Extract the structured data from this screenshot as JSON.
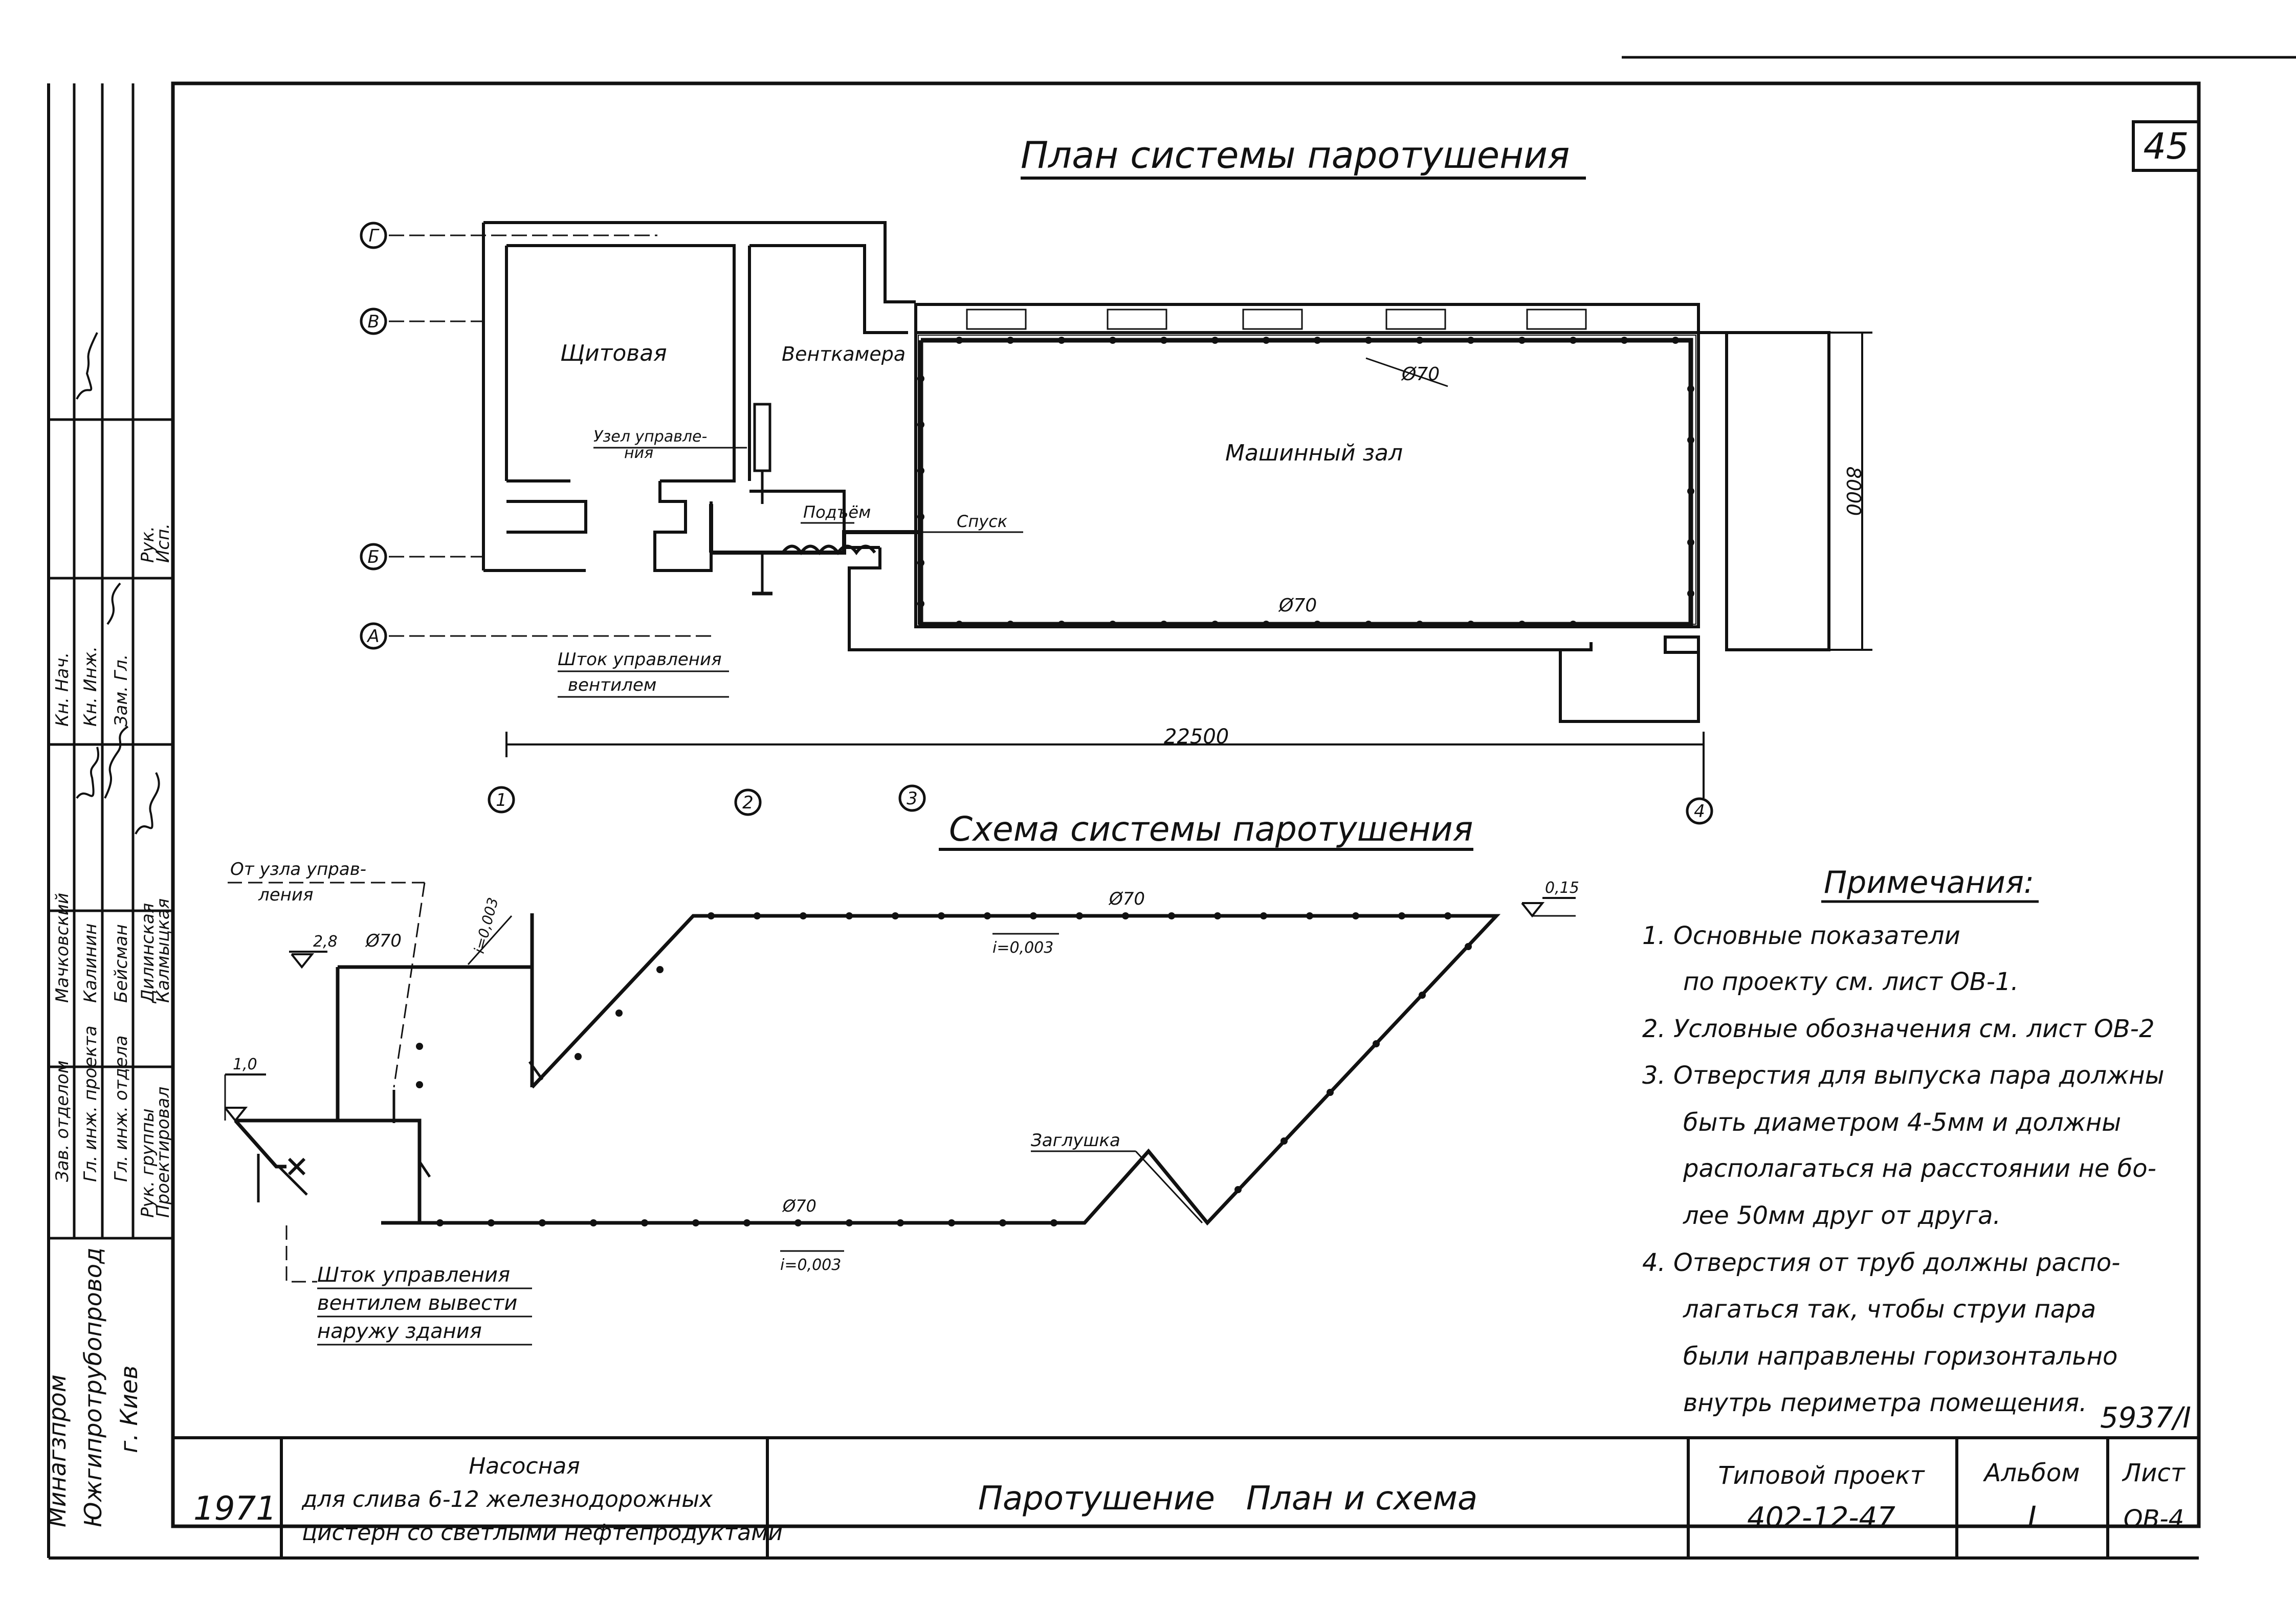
{
  "sheet": {
    "page_number": "45",
    "archive_code": "5937/I"
  },
  "plan": {
    "title": "План системы паротушения",
    "axes": {
      "g": "Г",
      "v": "В",
      "b": "Б",
      "a": "А",
      "n1": "1",
      "n2": "2",
      "n3": "3",
      "n4": "4"
    },
    "rooms": {
      "switchboard": "Щитовая",
      "vent_chamber": "Венткамера",
      "machine_hall": "Машинный зал"
    },
    "labels": {
      "control_unit_1": "Узел управле-",
      "control_unit_2": "ния",
      "riser": "Подъём",
      "drop": "Спуск",
      "stem_1": "Шток управления",
      "stem_2": "вентилем",
      "pipe_top": "Ø70",
      "pipe_bottom": "Ø70"
    },
    "dimensions": {
      "width": "22500",
      "height": "8000"
    }
  },
  "scheme": {
    "title": "Схема системы паротушения",
    "labels": {
      "from_unit_1": "От узла управ-",
      "from_unit_2": "ления",
      "mark_top_left": "2,8",
      "mark_right": "0,15",
      "mark_bottom": "1,0",
      "pipe_left": "Ø70",
      "pipe_top": "Ø70",
      "pipe_bottom": "Ø70",
      "slope_top": "i=0,003",
      "slope_bottom": "i=0,003",
      "slope_riser": "i=0,003",
      "plug": "Заглушка",
      "stem_1": "Шток управления",
      "stem_2": "вентилем вывести",
      "stem_3": "наружу здания"
    }
  },
  "notes": {
    "heading": "Примечания:",
    "lines": [
      "1. Основные показатели",
      "по проекту см. лист ОВ-1.",
      "2. Условные обозначения см. лист ОВ-2",
      "3. Отверстия для выпуска пара должны",
      "быть диаметром 4-5мм и должны",
      "располагаться на расстоянии не бо-",
      "лее 50мм друг от друга.",
      "4. Отверстия от труб должны распо-",
      "лагаться так, чтобы струи пара",
      "были направлены горизонтально",
      "внутрь периметра помещения."
    ]
  },
  "left_stamp": {
    "org_1": "Минагзпром",
    "org_2": "Южгипротрубопровод",
    "org_3": "г. Киев",
    "rows": [
      [
        "Зав. отделом",
        "Мачковский",
        "Кн. Нач."
      ],
      [
        "Гл. инж. проекта",
        "Калинин",
        "Кн. Инж."
      ],
      [
        "Гл. инж. отдела",
        "Бейсман",
        "Зам. Гл."
      ],
      [
        "Рук. группы",
        "Дилинская",
        "Рук."
      ],
      [
        "Проектировал",
        "Калмыцкая",
        "Исп."
      ]
    ]
  },
  "title_block": {
    "year": "1971",
    "object_1": "Насосная",
    "object_2": "для слива 6-12 железнодорожных",
    "object_3": "цистерн со светлыми нефтепродуктами",
    "sheet_title": "Паротушение   План и схема",
    "project_label": "Типовой проект",
    "project_number": "402-12-47",
    "album_label": "Альбом",
    "album_value": "I",
    "sheet_label": "Лист",
    "sheet_value": "ОВ-4"
  }
}
